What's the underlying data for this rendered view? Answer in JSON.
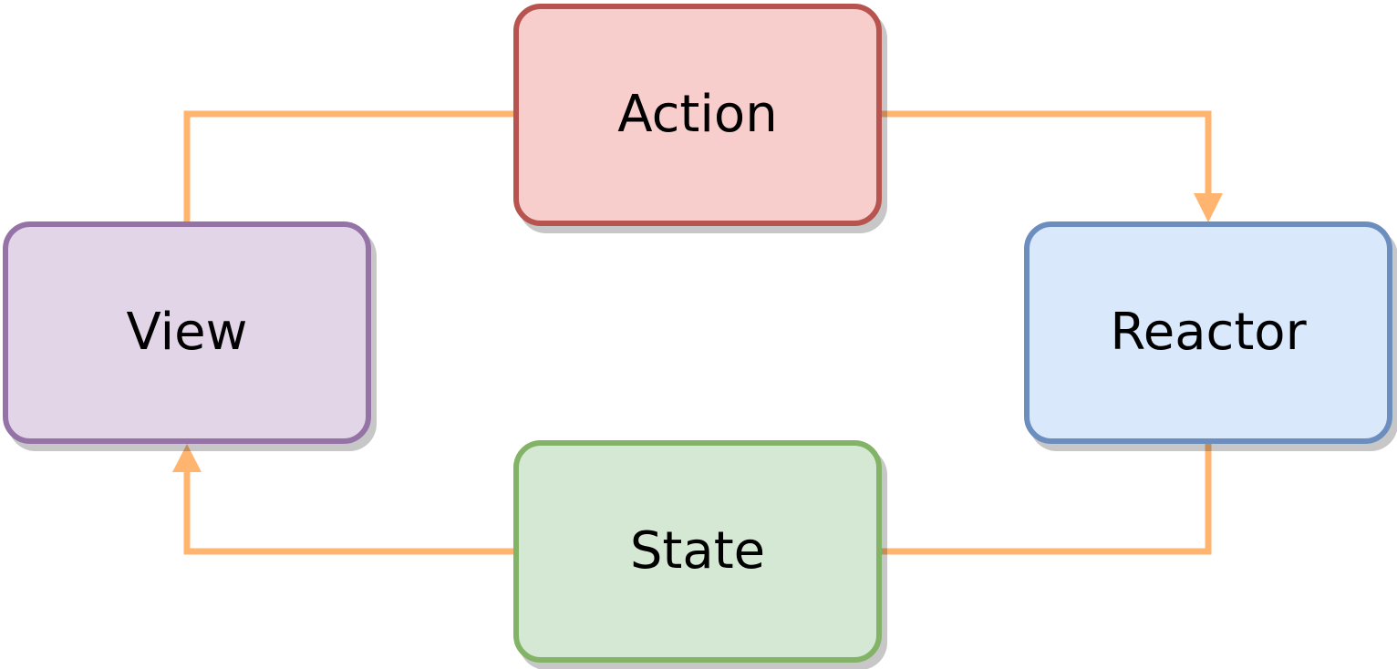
{
  "nodes": {
    "action": {
      "label": "Action",
      "fill": "#f8cecc",
      "stroke": "#b85450"
    },
    "view": {
      "label": "View",
      "fill": "#e1d5e7",
      "stroke": "#9673a6"
    },
    "reactor": {
      "label": "Reactor",
      "fill": "#dae8fc",
      "stroke": "#6c8ebf"
    },
    "state": {
      "label": "State",
      "fill": "#d5e8d4",
      "stroke": "#82b366"
    }
  },
  "edges": [
    {
      "from": "view",
      "to": "action"
    },
    {
      "from": "action",
      "to": "reactor"
    },
    {
      "from": "reactor",
      "to": "state"
    },
    {
      "from": "state",
      "to": "view"
    }
  ],
  "colors": {
    "connector": "#ffb570"
  }
}
